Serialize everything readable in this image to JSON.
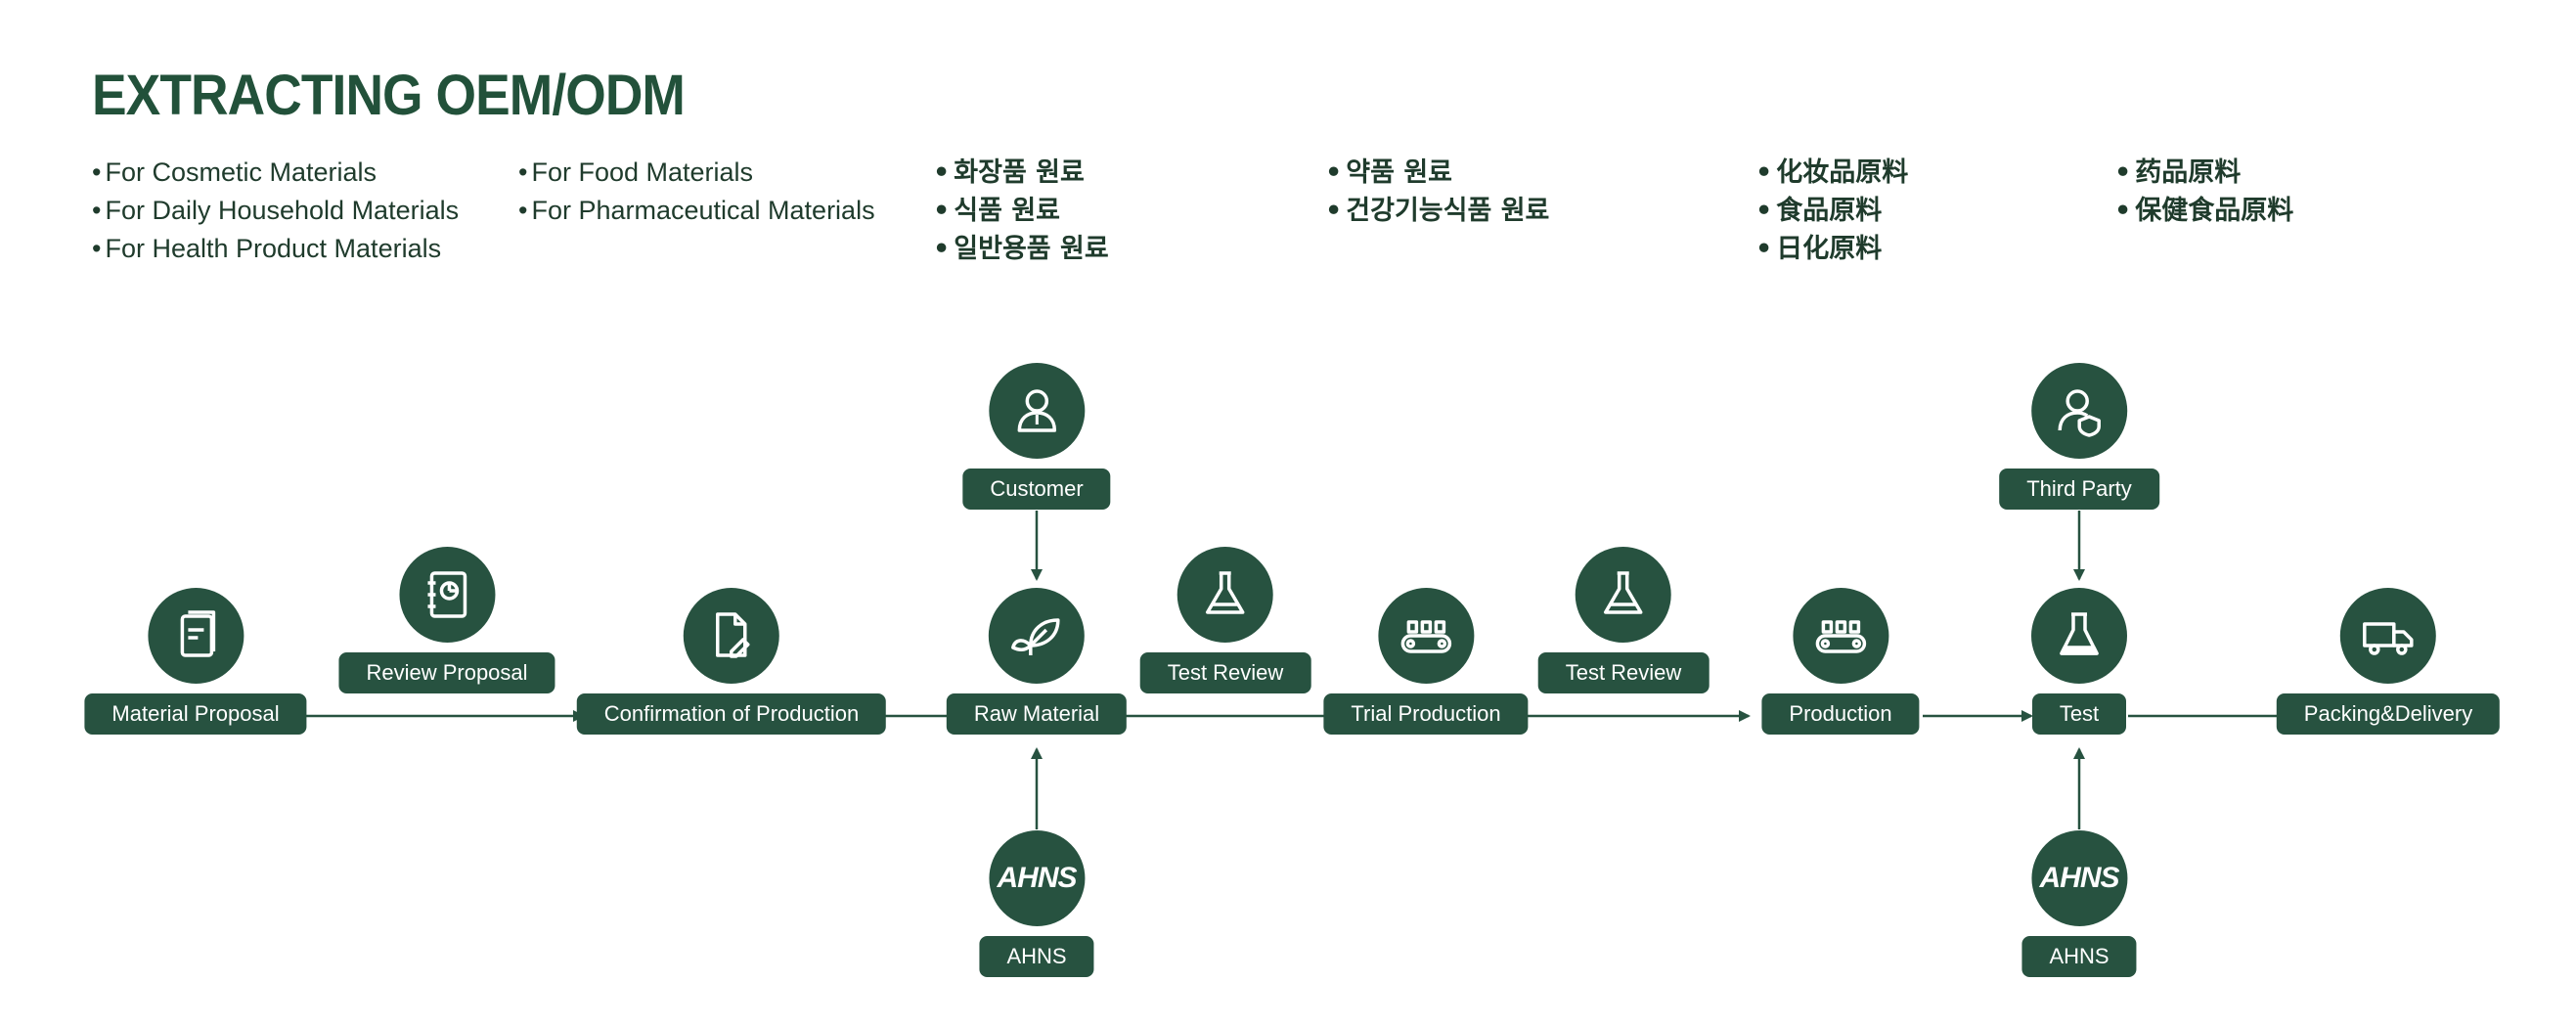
{
  "title": "EXTRACTING OEM/ODM",
  "lists": {
    "col1": [
      "For Cosmetic Materials",
      "For Daily Household Materials",
      "For Health Product Materials"
    ],
    "col2": [
      "For Food Materials",
      "For Pharmaceutical Materials"
    ],
    "col3": [
      "화장품 원료",
      "식품 원료",
      "일반용품 원료"
    ],
    "col4": [
      "약품 원료",
      "건강기능식품 원료"
    ],
    "col5": [
      "化妆品原料",
      "食品原料",
      "日化原料"
    ],
    "col6": [
      "药品原料",
      "保健食品原料"
    ]
  },
  "nodes": {
    "material_proposal": {
      "label": "Material Proposal",
      "icon": "document-icon"
    },
    "review_proposal": {
      "label": "Review Proposal",
      "icon": "notebook-icon"
    },
    "confirmation": {
      "label": "Confirmation of Production",
      "icon": "file-edit-icon"
    },
    "customer": {
      "label": "Customer",
      "icon": "user-icon"
    },
    "raw_material": {
      "label": "Raw Material",
      "icon": "leaf-icon"
    },
    "ahns_top": {
      "label": "AHNS",
      "logo": "AHNS"
    },
    "test_review_1": {
      "label": "Test Review",
      "icon": "flask-icon"
    },
    "trial_production": {
      "label": "Trial Production",
      "icon": "conveyor-icon"
    },
    "test_review_2": {
      "label": "Test Review",
      "icon": "flask-icon"
    },
    "production": {
      "label": "Production",
      "icon": "conveyor-icon"
    },
    "third_party": {
      "label": "Third Party",
      "icon": "inspector-icon"
    },
    "test": {
      "label": "Test",
      "icon": "beaker-icon"
    },
    "ahns_bottom": {
      "label": "AHNS",
      "logo": "AHNS"
    },
    "packing": {
      "label": "Packing&Delivery",
      "icon": "truck-icon"
    }
  },
  "colors": {
    "primary": "#275240",
    "title": "#22513a",
    "text": "#1f3b2c"
  }
}
